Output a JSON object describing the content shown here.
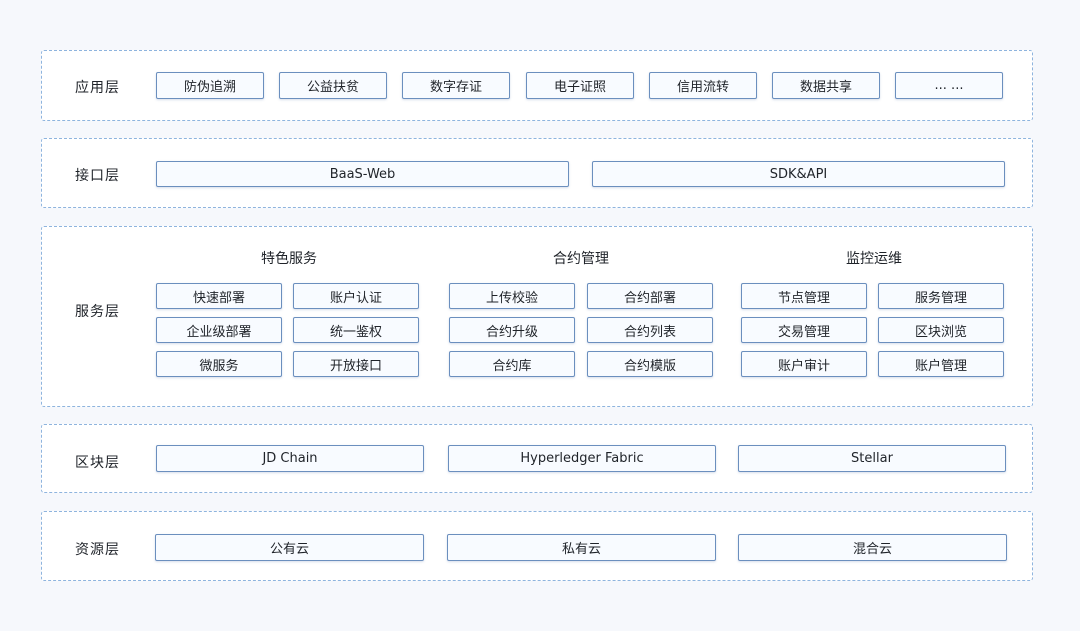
{
  "layers": {
    "app": {
      "label": "应用层",
      "items": [
        "防伪追溯",
        "公益扶贫",
        "数字存证",
        "电子证照",
        "信用流转",
        "数据共享",
        "... ..."
      ]
    },
    "api": {
      "label": "接口层",
      "items": [
        "BaaS-Web",
        "SDK&API"
      ]
    },
    "service": {
      "label": "服务层",
      "groups": [
        {
          "title": "特色服务",
          "items": [
            "快速部署",
            "账户认证",
            "企业级部署",
            "统一鉴权",
            "微服务",
            "开放接口"
          ]
        },
        {
          "title": "合约管理",
          "items": [
            "上传校验",
            "合约部署",
            "合约升级",
            "合约列表",
            "合约库",
            "合约模版"
          ]
        },
        {
          "title": "监控运维",
          "items": [
            "节点管理",
            "服务管理",
            "交易管理",
            "区块浏览",
            "账户审计",
            "账户管理"
          ]
        }
      ]
    },
    "chain": {
      "label": "区块层",
      "items": [
        "JD Chain",
        "Hyperledger Fabric",
        "Stellar"
      ]
    },
    "resource": {
      "label": "资源层",
      "items": [
        "公有云",
        "私有云",
        "混合云"
      ]
    }
  }
}
